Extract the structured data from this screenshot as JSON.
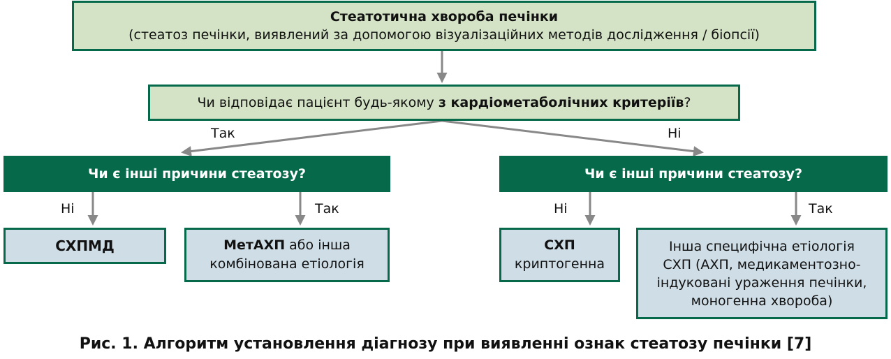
{
  "colors": {
    "dark_green": "#066a4a",
    "light_green": "#d4e3c5",
    "light_blue": "#cfdee6",
    "arrow_gray": "#888888"
  },
  "top_box": {
    "title": "Стеатотична хвороба печінки",
    "subtitle": "(стеатоз печінки, виявлений за допомогою візуалізаційних методів дослідження / біопсії)"
  },
  "question": {
    "prefix": "Чи відповідає пацієнт будь-якому ",
    "bold": "з кардіометаболічних критеріїв",
    "suffix": "?"
  },
  "branch_labels": {
    "left": "Так",
    "right": "Ні"
  },
  "left_branch": {
    "question": "Чи є інші причини стеатозу?",
    "no_label": "Ні",
    "yes_label": "Так",
    "no_result": "СХПМД",
    "yes_result_bold": "МетАХП",
    "yes_result_rest_1": " або інша",
    "yes_result_rest_2": "комбінована етіологія"
  },
  "right_branch": {
    "question": "Чи є інші причини стеатозу?",
    "no_label": "Ні",
    "yes_label": "Так",
    "no_result_bold": "СХП",
    "no_result_rest": "криптогенна",
    "yes_result_lines": [
      "Інша специфічна етіологія",
      "СХП (АХП, медикаментозно-",
      "індуковані ураження печінки,",
      "моногенна хвороба)"
    ]
  },
  "caption": "Рис. 1. Алгоритм установлення діагнозу при виявленні ознак стеатозу печінки [7]"
}
